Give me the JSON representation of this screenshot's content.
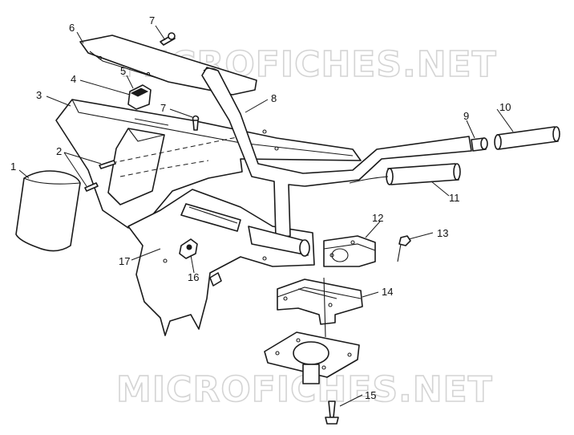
{
  "watermark": {
    "text": "MICROFICHES.NET"
  },
  "callouts": [
    {
      "id": "1",
      "label": "1"
    },
    {
      "id": "2",
      "label": "2"
    },
    {
      "id": "3",
      "label": "3"
    },
    {
      "id": "4",
      "label": "4"
    },
    {
      "id": "5",
      "label": "5"
    },
    {
      "id": "6",
      "label": "6"
    },
    {
      "id": "7a",
      "label": "7"
    },
    {
      "id": "7b",
      "label": "7"
    },
    {
      "id": "8",
      "label": "8"
    },
    {
      "id": "9",
      "label": "9"
    },
    {
      "id": "10",
      "label": "10"
    },
    {
      "id": "11",
      "label": "11"
    },
    {
      "id": "12",
      "label": "12"
    },
    {
      "id": "13",
      "label": "13"
    },
    {
      "id": "14",
      "label": "14"
    },
    {
      "id": "15",
      "label": "15"
    },
    {
      "id": "16",
      "label": "16"
    },
    {
      "id": "17",
      "label": "17"
    }
  ],
  "colors": {
    "line": "#1a1a1a",
    "watermark": "#d4d4d4",
    "background": "#ffffff"
  }
}
